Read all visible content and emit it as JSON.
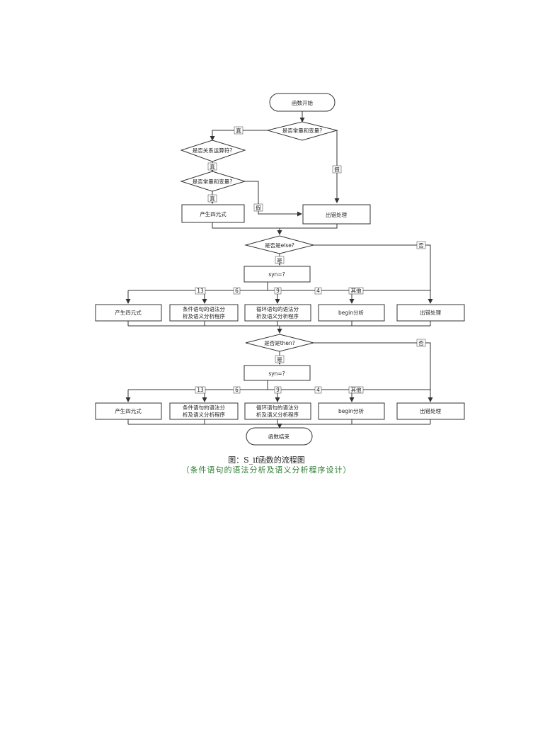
{
  "flowchart": {
    "start": "函数开始",
    "q_const_var": "是否常量和变量?",
    "q_relop": "是否关系运算符?",
    "q_const_var2": "是否常量和变量?",
    "gen_quad": "产生四元式",
    "error": "出错处理",
    "q_else": "是否是else?",
    "syn1": "syn=?",
    "q_then": "是否是then?",
    "syn2": "syn=?",
    "box_quad": "产生四元式",
    "box_cond": [
      "条件语句的语法分",
      "析及语义分析程序"
    ],
    "box_loop": [
      "循环语句的语法分",
      "析及语义分析程序"
    ],
    "box_begin": "begin分析",
    "box_err": "出错处理",
    "end": "函数结束",
    "edge_true": "真",
    "edge_false": "假",
    "edge_yes": "是",
    "edge_no": "否",
    "edge_13": "13",
    "edge_6": "6",
    "edge_9": "9",
    "edge_4": "4",
    "edge_other": "其他"
  },
  "caption": {
    "line1": "图：S_if函数的流程图",
    "line2": "（条件语句的语法分析及语义分析程序设计）"
  }
}
